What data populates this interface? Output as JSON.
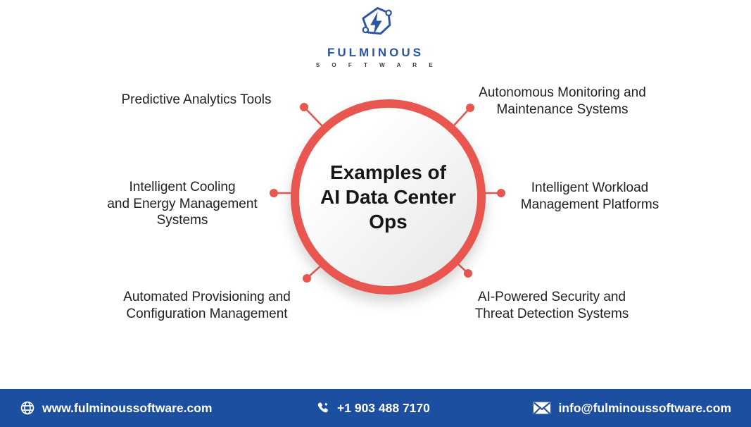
{
  "theme": {
    "accent_red": "#e8564f",
    "footer_blue": "#1d4fa0",
    "brand_blue": "#2b56a4",
    "text_dark": "#222222"
  },
  "brand": {
    "name": "FULMINOUS",
    "subname": "S O F T W A R E",
    "logo_icon": "hexagon-lightning-bolt"
  },
  "diagram": {
    "center": {
      "lines": [
        "Examples of",
        "AI Data Center",
        "Ops"
      ]
    },
    "labels": [
      {
        "id": "predictive-analytics",
        "position": "top-left",
        "lines": [
          "Predictive Analytics Tools"
        ]
      },
      {
        "id": "intelligent-cooling",
        "position": "middle-left",
        "lines": [
          "Intelligent Cooling",
          "and Energy Management",
          "Systems"
        ]
      },
      {
        "id": "automated-provisioning",
        "position": "bottom-left",
        "lines": [
          "Automated Provisioning and",
          "Configuration Management"
        ]
      },
      {
        "id": "autonomous-monitoring",
        "position": "top-right",
        "lines": [
          "Autonomous Monitoring and",
          "Maintenance Systems"
        ]
      },
      {
        "id": "intelligent-workload",
        "position": "middle-right",
        "lines": [
          "Intelligent Workload",
          "Management Platforms"
        ]
      },
      {
        "id": "ai-security",
        "position": "bottom-right",
        "lines": [
          "AI-Powered Security and",
          "Threat Detection Systems"
        ]
      }
    ]
  },
  "footer": {
    "website": {
      "icon": "globe-icon",
      "text": "www.fulminoussoftware.com"
    },
    "phone": {
      "icon": "phone-icon",
      "text": "+1 903 488 7170"
    },
    "email": {
      "icon": "envelope-icon",
      "text": "info@fulminoussoftware.com"
    }
  }
}
